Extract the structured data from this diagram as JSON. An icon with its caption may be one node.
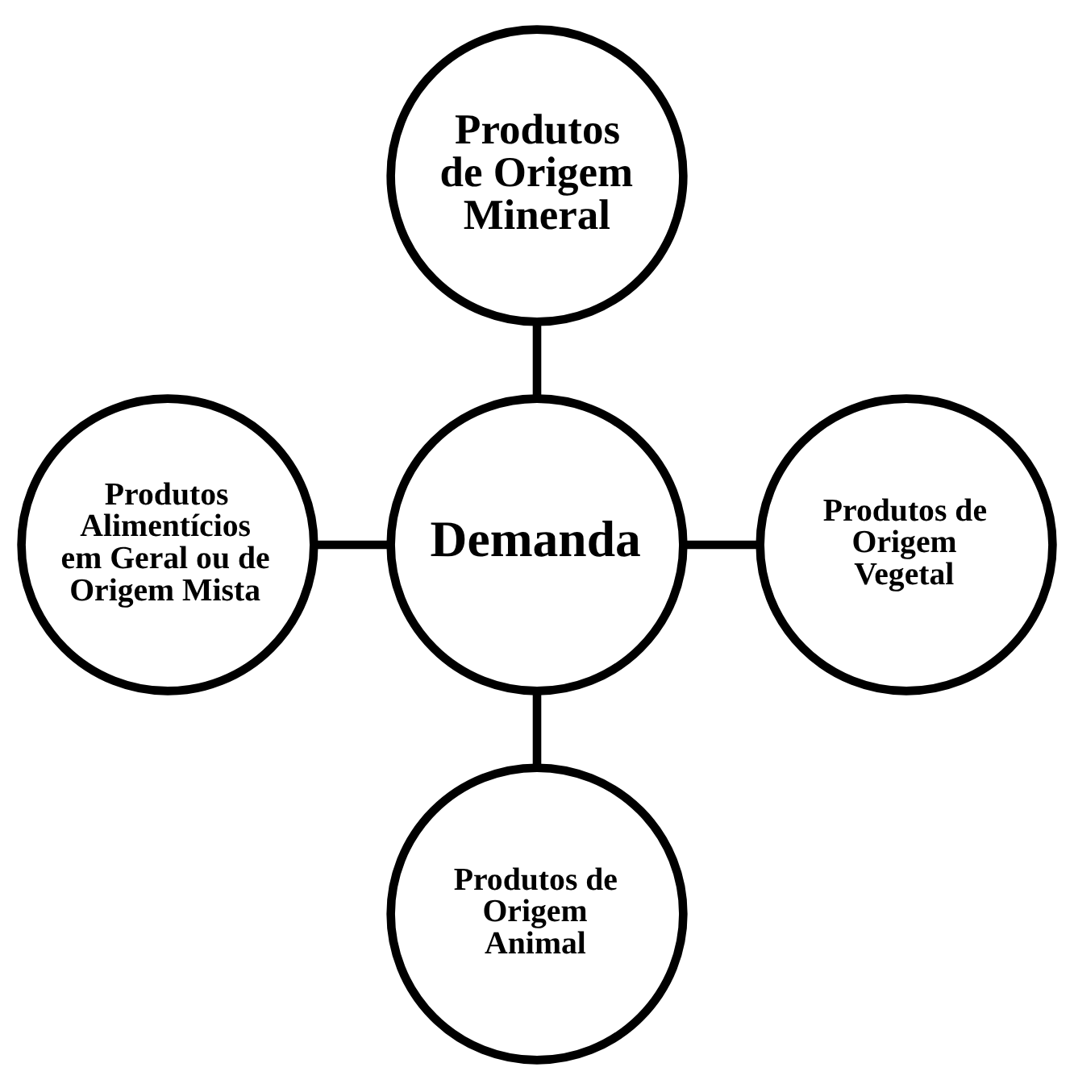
{
  "diagram": {
    "nodes": [
      {
        "text": [
          "Produtos de Origem Mineral"
        ]
      },
      {
        "text": [
          "Produtos Alimentícios em Geral ou de Origem Mista"
        ]
      },
      {
        "text": [
          "Demanda"
        ]
      },
      {
        "text": [
          "Produtos de Origem Vegetal"
        ]
      },
      {
        "text": [
          "Produtos de Origem Animal"
        ]
      }
    ],
    "edges": [
      {
        "from": 0,
        "to": 2,
        "arrow": "none"
      },
      {
        "from": 1,
        "to": 2,
        "arrow": "none"
      },
      {
        "from": 2,
        "to": 3,
        "arrow": "none"
      },
      {
        "from": 2,
        "to": 4,
        "arrow": "none"
      }
    ]
  }
}
